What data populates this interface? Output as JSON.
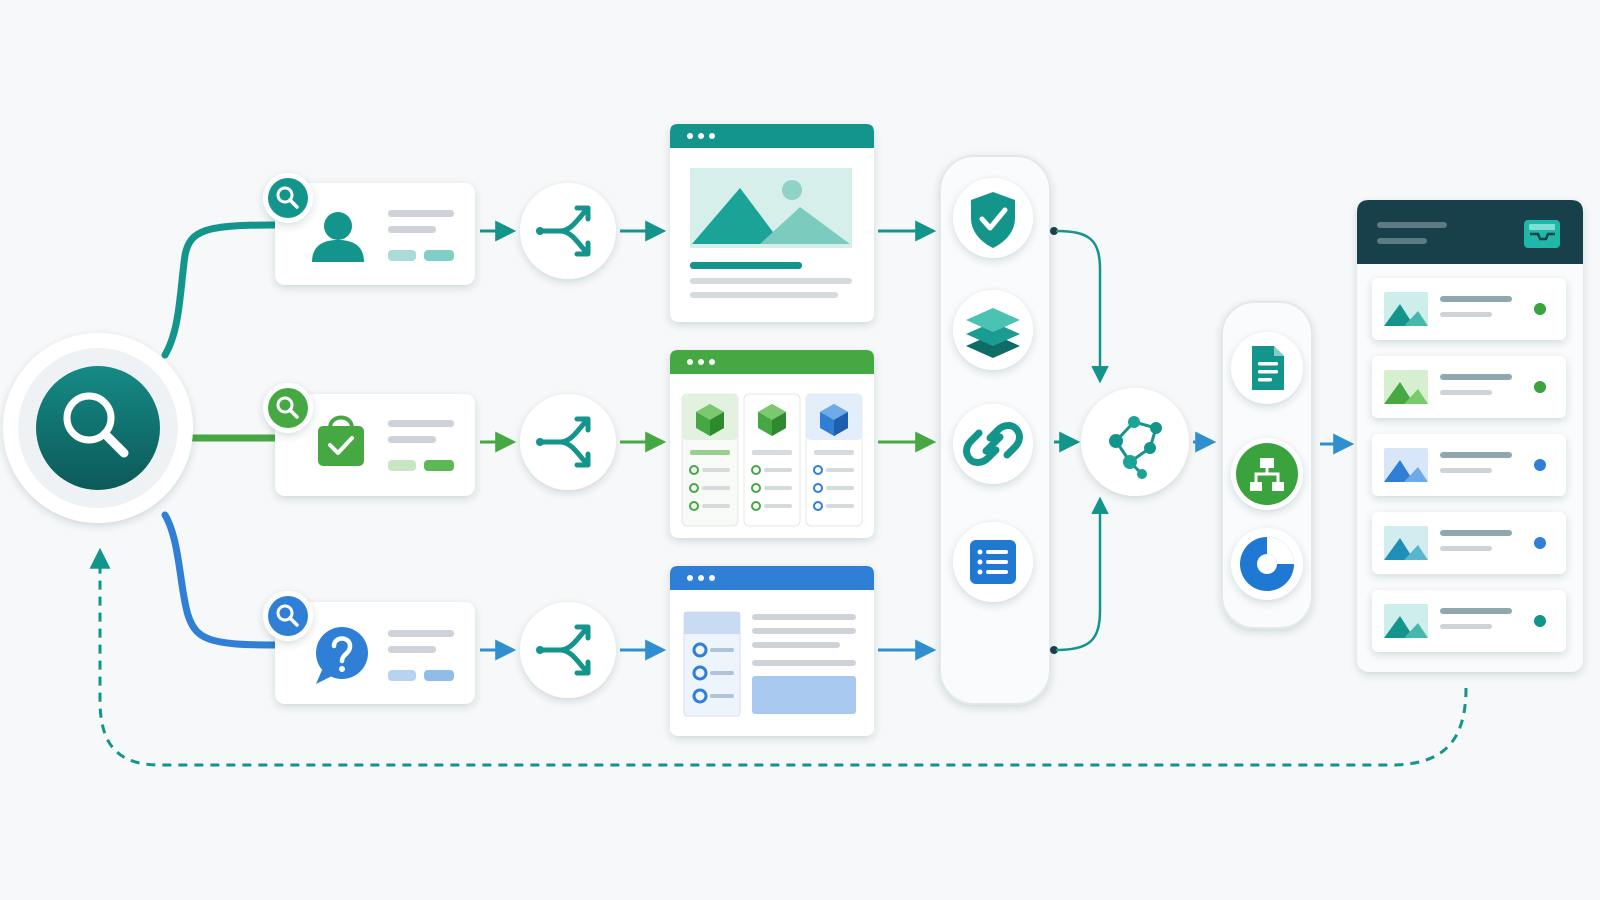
{
  "diagram": {
    "colors": {
      "teal": "#13958c",
      "teal_dark": "#0c5e5b",
      "green": "#46a843",
      "blue": "#2f7fd6",
      "card_bg": "#ffffff",
      "placeholder_gray": "#cdd3d8",
      "navy_header": "#17404a",
      "background": "#f6f8f9"
    },
    "hub": {
      "icon": "search-icon"
    },
    "branches": [
      {
        "id": "teal",
        "color": "teal",
        "badge_icon": "search-icon",
        "card_icon": "user-icon",
        "panel": "image-preview-panel"
      },
      {
        "id": "green",
        "color": "green",
        "badge_icon": "search-icon",
        "card_icon": "shopping-bag-check-icon",
        "panel": "product-grid-panel"
      },
      {
        "id": "blue",
        "color": "blue",
        "badge_icon": "search-icon",
        "card_icon": "question-bubble-icon",
        "panel": "form-list-panel"
      }
    ],
    "splitter_icon": "split-arrows-icon",
    "processing_column": [
      "shield-check-icon",
      "layers-icon",
      "link-icon",
      "list-icon"
    ],
    "merge_node_icon": "network-graph-icon",
    "output_column": [
      "document-icon",
      "hierarchy-icon",
      "pie-chart-icon"
    ],
    "results_panel": {
      "header_icon": "inbox-tray-icon",
      "items": [
        {
          "thumb_color": "teal",
          "status_color": "green"
        },
        {
          "thumb_color": "green",
          "status_color": "green"
        },
        {
          "thumb_color": "blue",
          "status_color": "blue"
        },
        {
          "thumb_color": "blue",
          "status_color": "blue"
        },
        {
          "thumb_color": "teal",
          "status_color": "teal"
        }
      ]
    },
    "feedback_loop": {
      "style": "dashed",
      "color": "teal"
    }
  }
}
